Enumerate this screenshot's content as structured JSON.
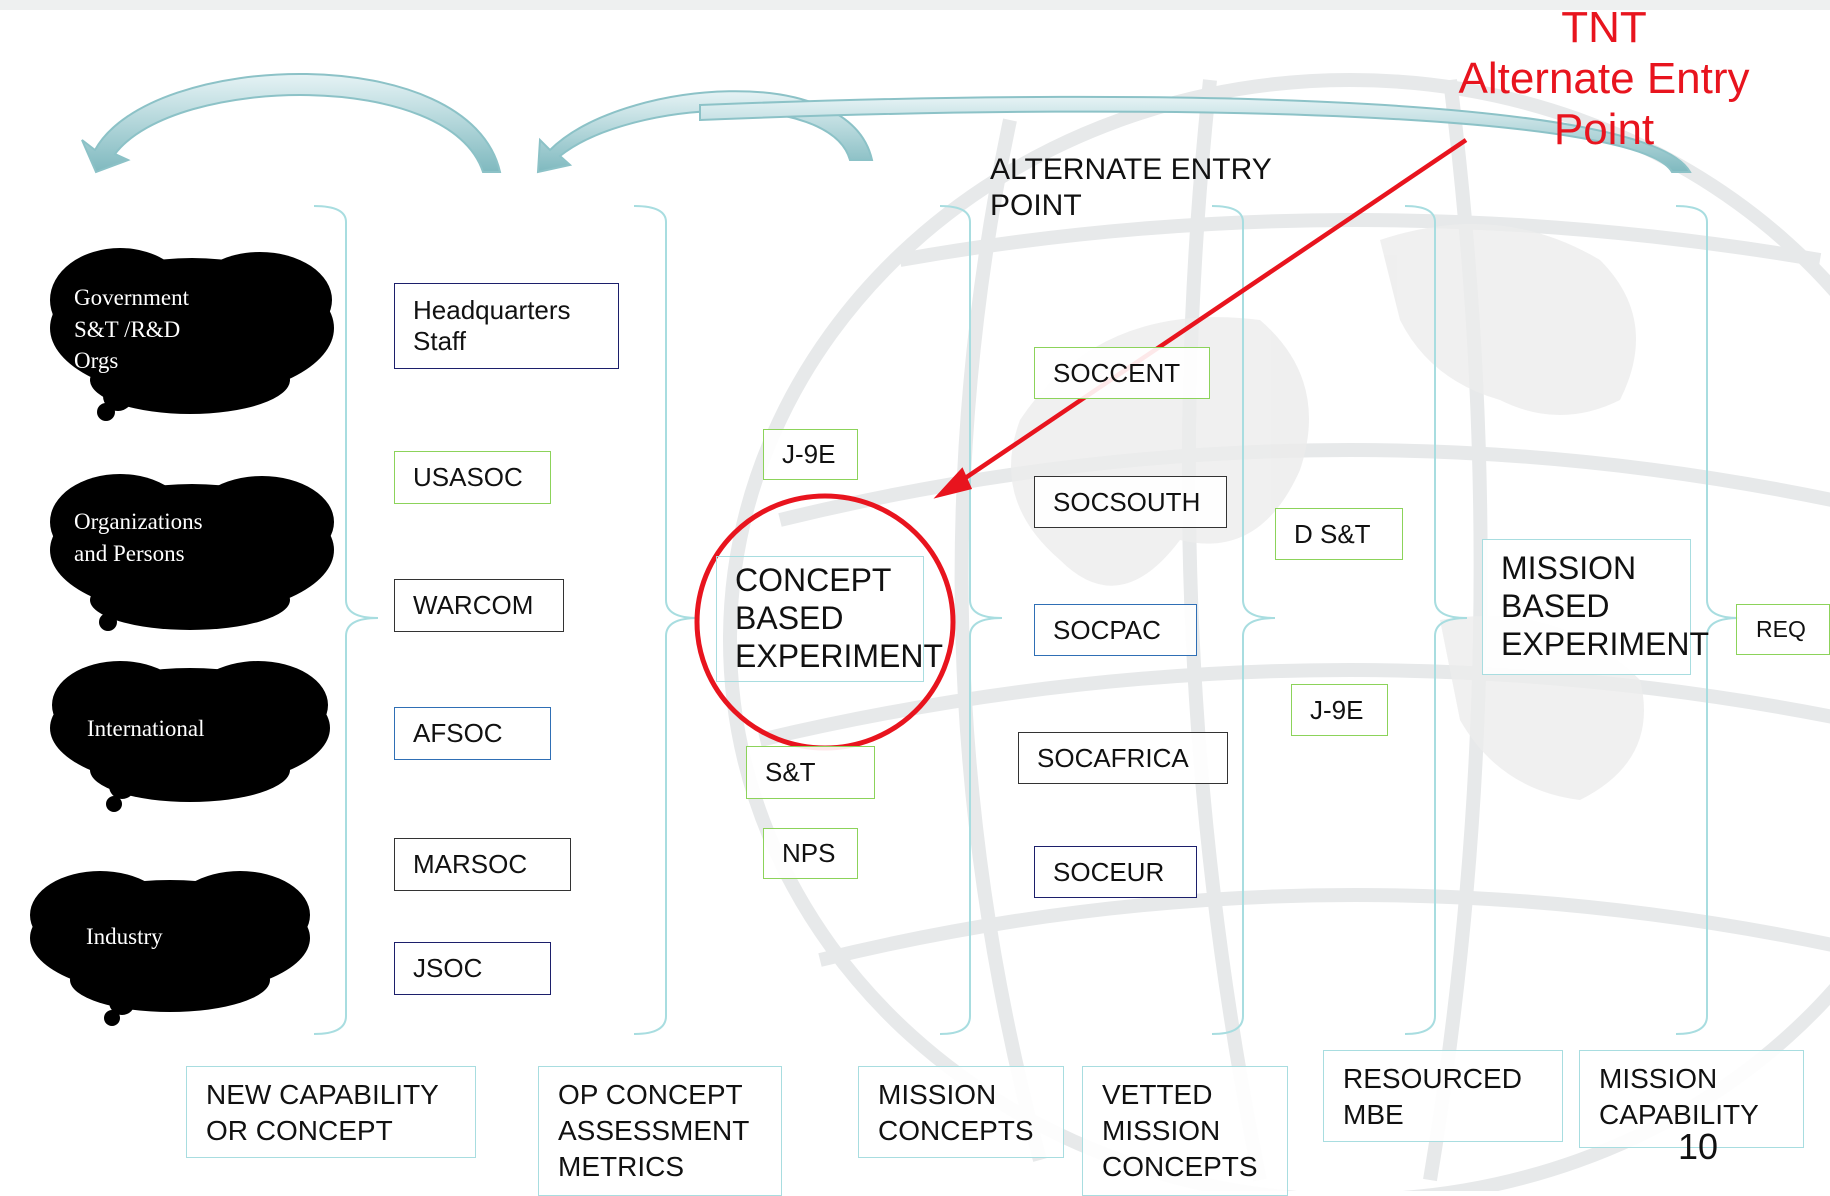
{
  "clouds": [
    {
      "label": "Government\nS&T /R&D\nOrgs"
    },
    {
      "label": "Organizations\nand Persons"
    },
    {
      "label": "International"
    },
    {
      "label": "Industry"
    }
  ],
  "col1": [
    {
      "label": "Headquarters\nStaff"
    },
    {
      "label": "USASOC"
    },
    {
      "label": "WARCOM"
    },
    {
      "label": "AFSOC"
    },
    {
      "label": "MARSOC"
    },
    {
      "label": "JSOC"
    }
  ],
  "col2": {
    "top": "J-9E",
    "center": "CONCEPT\nBASED\nEXPERIMENT",
    "st": "S&T",
    "nps": "NPS"
  },
  "col3": {
    "heading": "ALTERNATE ENTRY\nPOINT",
    "items": [
      {
        "label": "SOCCENT"
      },
      {
        "label": "SOCSOUTH"
      },
      {
        "label": "SOCPAC"
      },
      {
        "label": "SOCAFRICA"
      },
      {
        "label": "SOCEUR"
      }
    ]
  },
  "col4": {
    "dst": "D S&T",
    "j9e": "J-9E"
  },
  "mbe": "MISSION\nBASED\nEXPERIMENT",
  "req": "REQ",
  "tnt": "TNT\nAlternate Entry\nPoint",
  "captions": [
    "NEW CAPABILITY\nOR CONCEPT",
    "OP CONCEPT\nASSESSMENT\nMETRICS",
    "MISSION\nCONCEPTS",
    "VETTED\nMISSION\nCONCEPTS",
    "RESOURCED\nMBE",
    "MISSION\nCAPABILITY"
  ],
  "page_number": "10",
  "colors": {
    "arrow_red": "#e8141e",
    "bracket": "#a8dde0",
    "cloud": "#000000",
    "arrow_teal": "#b9dfe3"
  }
}
